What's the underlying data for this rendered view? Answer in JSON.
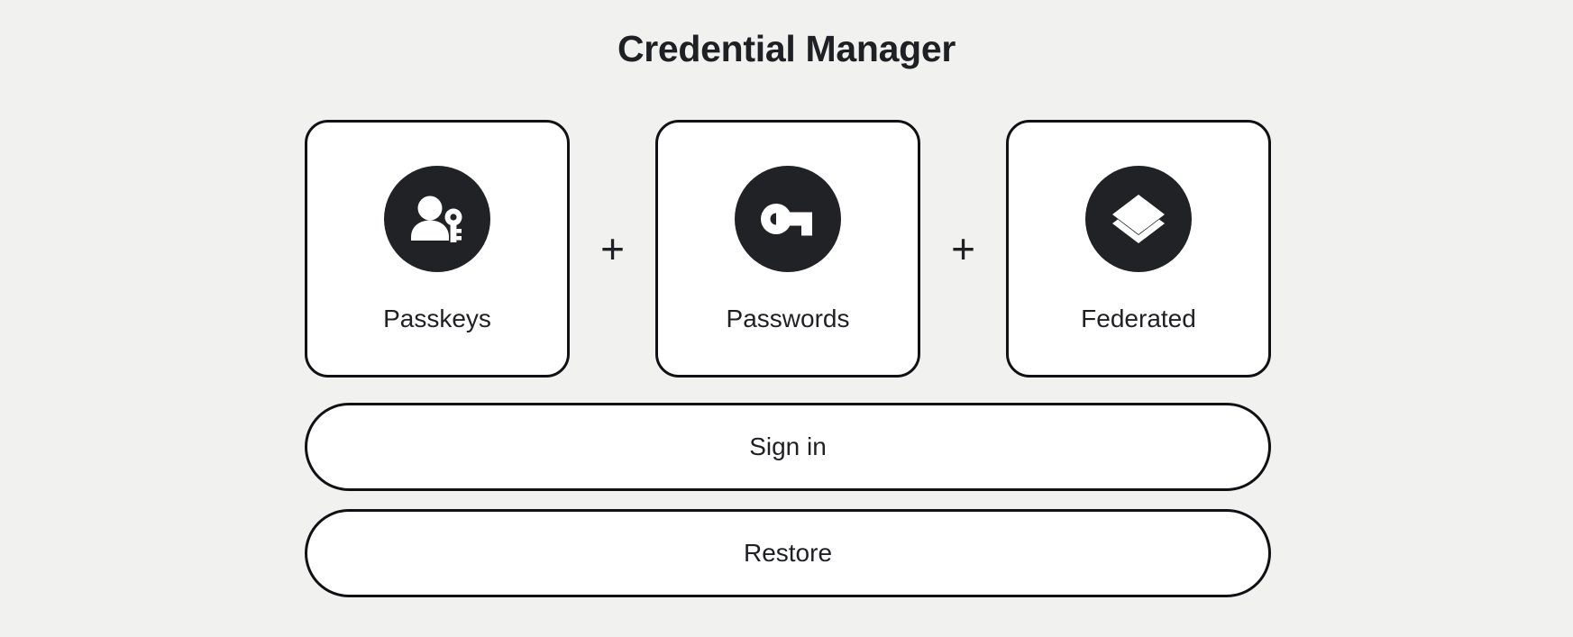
{
  "page": {
    "title": "Credential Manager",
    "background_color": "#f1f1f0",
    "ink_color": "#1f2023",
    "card_surface_color": "#ffffff",
    "icon_circle_color": "#212226"
  },
  "credential_types": {
    "separator": "+",
    "cards": [
      {
        "label": "Passkeys",
        "icon": "person-key-icon"
      },
      {
        "label": "Passwords",
        "icon": "key-icon"
      },
      {
        "label": "Federated",
        "icon": "layers-icon"
      }
    ]
  },
  "actions": {
    "sign_in_label": "Sign in",
    "restore_label": "Restore"
  }
}
